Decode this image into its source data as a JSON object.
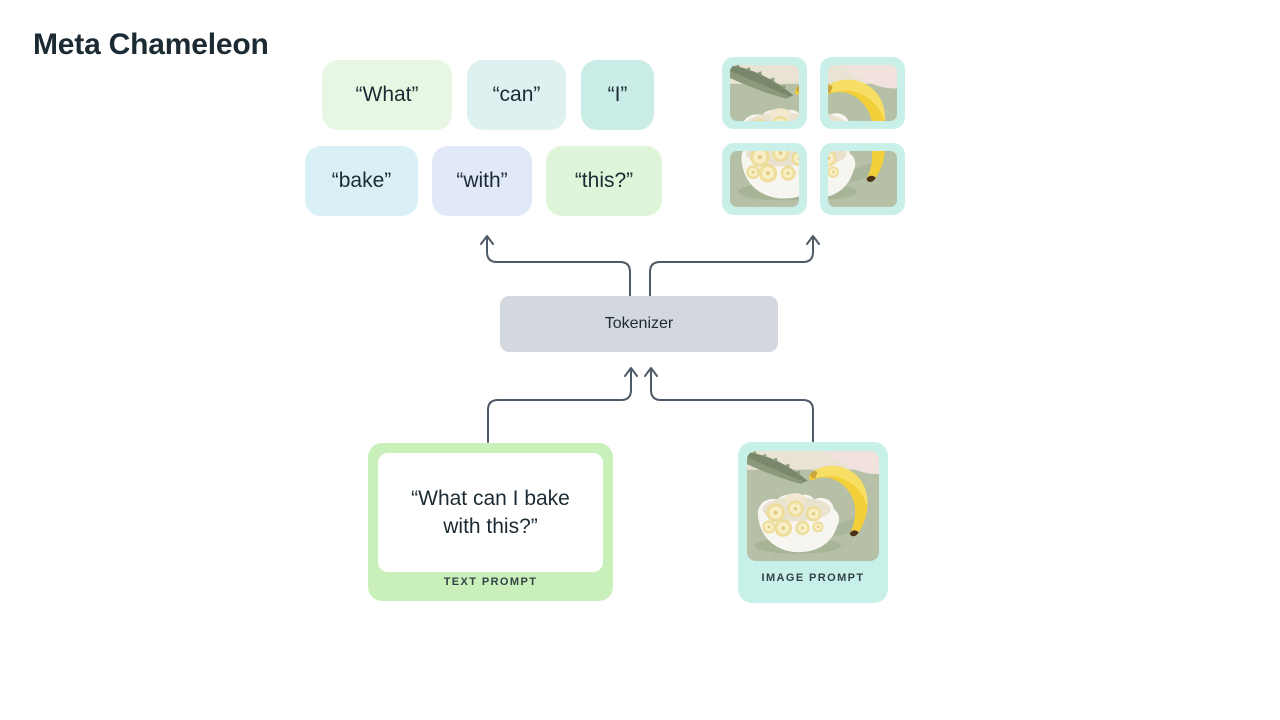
{
  "title": "Meta Chameleon",
  "text_tokens": [
    {
      "label": "“What”",
      "bg": "#e8f7e3"
    },
    {
      "label": "“can”",
      "bg": "#ddf2f0"
    },
    {
      "label": "“I”",
      "bg": "#c9ece7"
    },
    {
      "label": "“bake”",
      "bg": "#d9f0f7"
    },
    {
      "label": "“with”",
      "bg": "#e1e8f8"
    },
    {
      "label": "“this?”",
      "bg": "#def5da"
    }
  ],
  "image_tokens": [
    {
      "name": "banana image token — top left crop"
    },
    {
      "name": "banana image token — top right crop"
    },
    {
      "name": "banana image token — bottom left crop"
    },
    {
      "name": "banana image token — bottom right crop"
    }
  ],
  "tokenizer": {
    "label": "Tokenizer"
  },
  "prompts": {
    "text": {
      "content": "“What can I bake with this?”",
      "caption": "TEXT PROMPT",
      "bg": "#c9f0bb"
    },
    "image": {
      "caption": "IMAGE PROMPT",
      "bg": "#c7f0e9"
    }
  },
  "colors": {
    "title_text": "#1c2b33",
    "arrow": "#4e5a67",
    "tokenizer_bg": "#d3d7de",
    "image_chip_bg": "#c9efe9",
    "text_prompt_bg": "#c9f0bb",
    "image_prompt_bg": "#c7f0e9",
    "caption_text": "#344247"
  }
}
